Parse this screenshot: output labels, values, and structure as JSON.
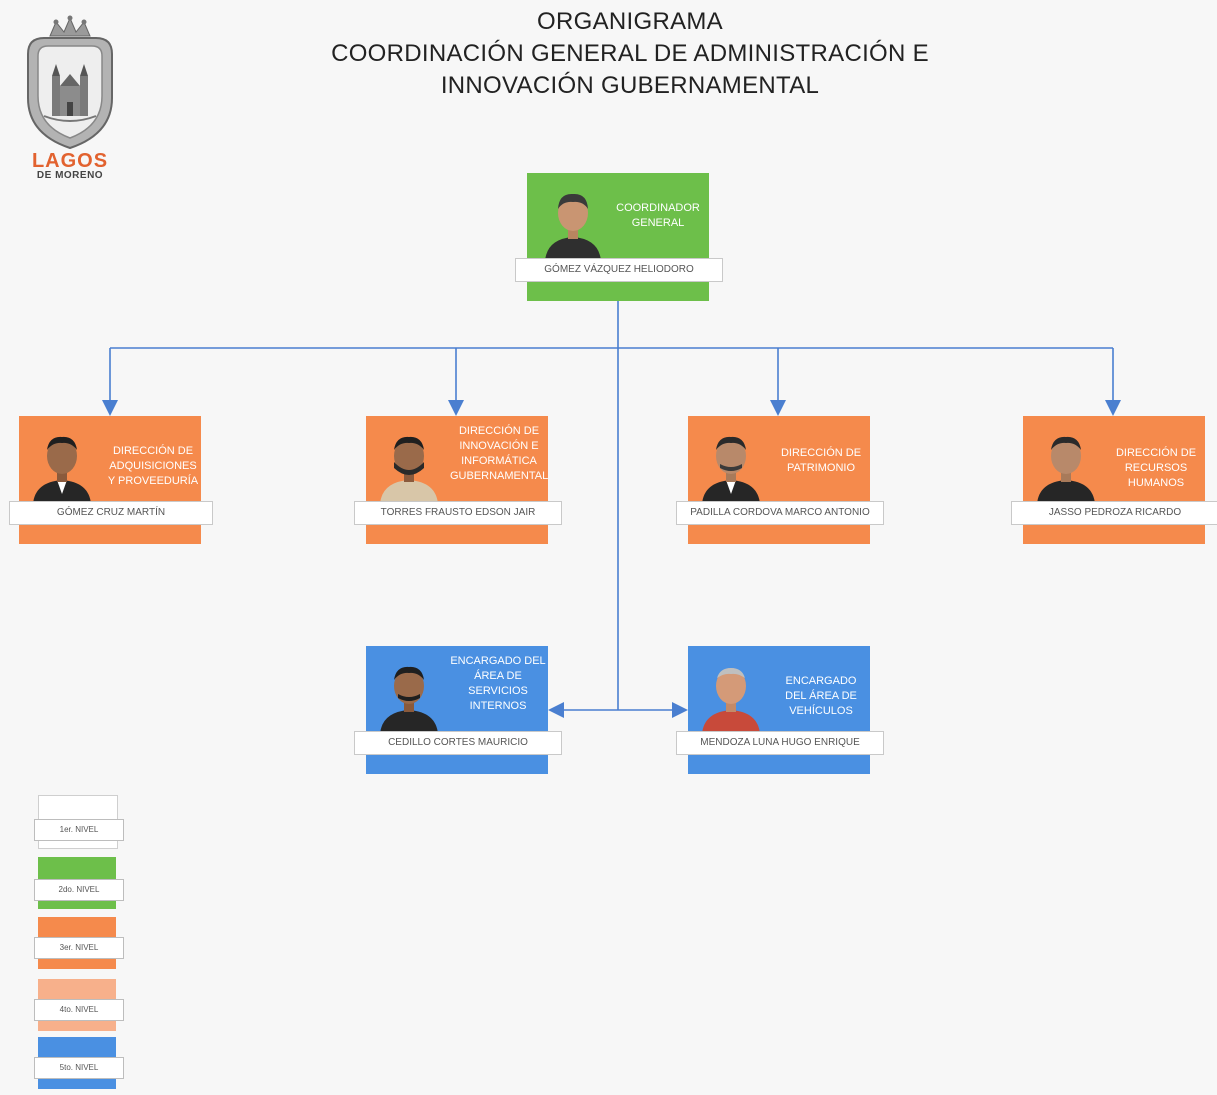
{
  "title": {
    "line1": "ORGANIGRAMA",
    "line2": "COORDINACIÓN GENERAL DE ADMINISTRACIÓN E",
    "line3": "INNOVACIÓN GUBERNAMENTAL"
  },
  "logo": {
    "word1": "LAGOS",
    "word2": "DE MORENO"
  },
  "colors": {
    "level2_green": "#6dbf4a",
    "level3_orange": "#f58a4c",
    "level4_salmon": "#f7b08b",
    "level5_blue": "#4a90e2",
    "connector": "#4a7fd0"
  },
  "org": {
    "coordinator": {
      "role": "COORDINADOR GENERAL",
      "name": "GÓMEZ VÁZQUEZ HELIODORO"
    },
    "directions": [
      {
        "role": "DIRECCIÓN DE ADQUISICIONES Y PROVEEDURÍA",
        "name": "GÓMEZ CRUZ MARTÍN"
      },
      {
        "role": "DIRECCIÓN DE INNOVACIÓN E INFORMÁTICA GUBERNAMENTAL",
        "name": "TORRES FRAUSTO EDSON JAIR"
      },
      {
        "role": "DIRECCIÓN DE PATRIMONIO",
        "name": "PADILLA CORDOVA MARCO ANTONIO"
      },
      {
        "role": "DIRECCIÓN DE RECURSOS HUMANOS",
        "name": "JASSO PEDROZA RICARDO"
      }
    ],
    "areas": [
      {
        "role": "ENCARGADO DEL ÁREA DE SERVICIOS INTERNOS",
        "name": "CEDILLO CORTES MAURICIO"
      },
      {
        "role": "ENCARGADO DEL ÁREA DE VEHÍCULOS",
        "name": "MENDOZA LUNA HUGO ENRIQUE"
      }
    ]
  },
  "legend": [
    {
      "label": "1er. NIVEL"
    },
    {
      "label": "2do. NIVEL"
    },
    {
      "label": "3er. NIVEL"
    },
    {
      "label": "4to. NIVEL"
    },
    {
      "label": "5to. NIVEL"
    }
  ]
}
